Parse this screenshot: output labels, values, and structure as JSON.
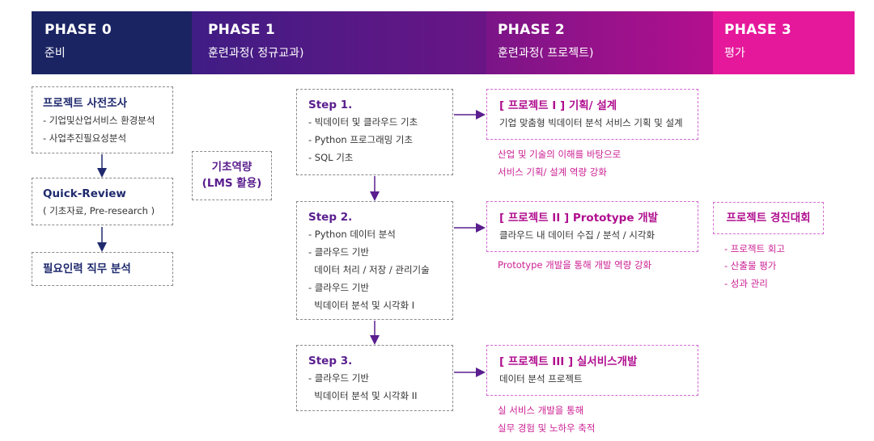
{
  "phases": [
    {
      "title": "PHASE 0",
      "subtitle": "준비"
    },
    {
      "title": "PHASE 1",
      "subtitle": "훈련과정( 정규교과)"
    },
    {
      "title": "PHASE 2",
      "subtitle": "훈련과정( 프로젝트)"
    },
    {
      "title": "PHASE 3",
      "subtitle": "평가"
    }
  ],
  "phase0": {
    "boxes": [
      {
        "title": "프로젝트 사전조사",
        "lines": [
          "- 기업및산업서비스 환경분석",
          "- 사업추진필요성분석"
        ]
      },
      {
        "title": "Quick-Review",
        "lines": [
          "( 기초자료, Pre-research )"
        ]
      },
      {
        "title": "필요인력 직무 분석",
        "lines": []
      }
    ]
  },
  "phase1": {
    "basic": {
      "line1": "기초역량",
      "line2": "(LMS 활용)"
    },
    "steps": [
      {
        "title": "Step 1.",
        "lines": [
          "- 빅데이터 및 클라우드 기초",
          "- Python 프로그래밍 기초",
          "- SQL 기초"
        ]
      },
      {
        "title": "Step 2.",
        "lines": [
          "- Python 데이터 분석",
          "- 클라우드 기반",
          "  데이터 처리 / 저장 / 관리기술",
          "- 클라우드 기반",
          "  빅데이터 분석 및 시각화 I"
        ]
      },
      {
        "title": "Step 3.",
        "lines": [
          "- 클라우드 기반",
          "  빅데이터 분석 및 시각화 II"
        ]
      }
    ]
  },
  "phase2": {
    "projects": [
      {
        "title": "[  프로젝트 I ] 기획/ 설계",
        "desc": "기업 맞춤형 빅데이터 분석 서비스 기획 및 설계",
        "notes": [
          "산업 및 기술의 이해를 바탕으로",
          "서비스 기획/  설계 역량 강화"
        ]
      },
      {
        "title": "[ 프로젝트 II ] Prototype 개발",
        "desc": "클라우드 내 데이터 수집 / 분석 / 시각화",
        "notes": [
          "Prototype 개발을 통해 개발 역량 강화"
        ]
      },
      {
        "title": "[  프로젝트 III ] 실서비스개발",
        "desc": "데이터 분석 프로젝트",
        "notes": [
          "실 서비스 개발을 통해",
          "실무 경험 및 노하우 축적"
        ]
      }
    ]
  },
  "phase3": {
    "title": "프로젝트 경진대회",
    "notes": [
      "- 프로젝트 회고",
      "- 산출물 평가",
      "- 성과 관리"
    ]
  },
  "colors": {
    "phase0": "#1b2463",
    "phase1": "#4a1b86",
    "phase2": "#a3118c",
    "phase3": "#e5189b",
    "accent": "#cc1f93"
  }
}
